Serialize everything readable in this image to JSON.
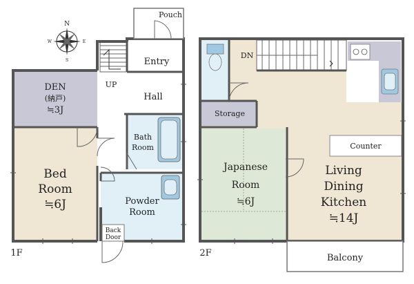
{
  "colors": {
    "wall": "#555555",
    "wall_light": "#8a8a8a",
    "den": "#c9c8d6",
    "bedroom": "#efe6d4",
    "ldk": "#efe6d4",
    "japanese": "#dde9d6",
    "wet": "#e1f0f7",
    "storage": "#c9c8d6",
    "white": "#ffffff",
    "fixture": "#9fc9e3"
  },
  "compass": {
    "north": "N",
    "south": "S",
    "east": "E",
    "west": "W"
  },
  "floor1": {
    "label": "1F",
    "rooms": {
      "den": {
        "name": "DEN",
        "note": "(納戸)",
        "size": "≒3J"
      },
      "bedroom": {
        "line1": "Bed",
        "line2": "Room",
        "size": "≒6J"
      },
      "entry": "Entry",
      "hall": "Hall",
      "bath": {
        "line1": "Bath",
        "line2": "Room"
      },
      "powder": {
        "line1": "Powder",
        "line2": "Room"
      },
      "pouch": "Pouch",
      "back_door": {
        "line1": "Back",
        "line2": "Door"
      }
    },
    "stair": "UP"
  },
  "floor2": {
    "label": "2F",
    "rooms": {
      "storage": "Storage",
      "japanese": {
        "line1": "Japanese",
        "line2": "Room",
        "size": "≒6J"
      },
      "ldk": {
        "line1": "Living",
        "line2": "Dining",
        "line3": "Kitchen",
        "size": "≒14J"
      },
      "counter": "Counter",
      "balcony": "Balcony"
    },
    "stair": "DN"
  }
}
